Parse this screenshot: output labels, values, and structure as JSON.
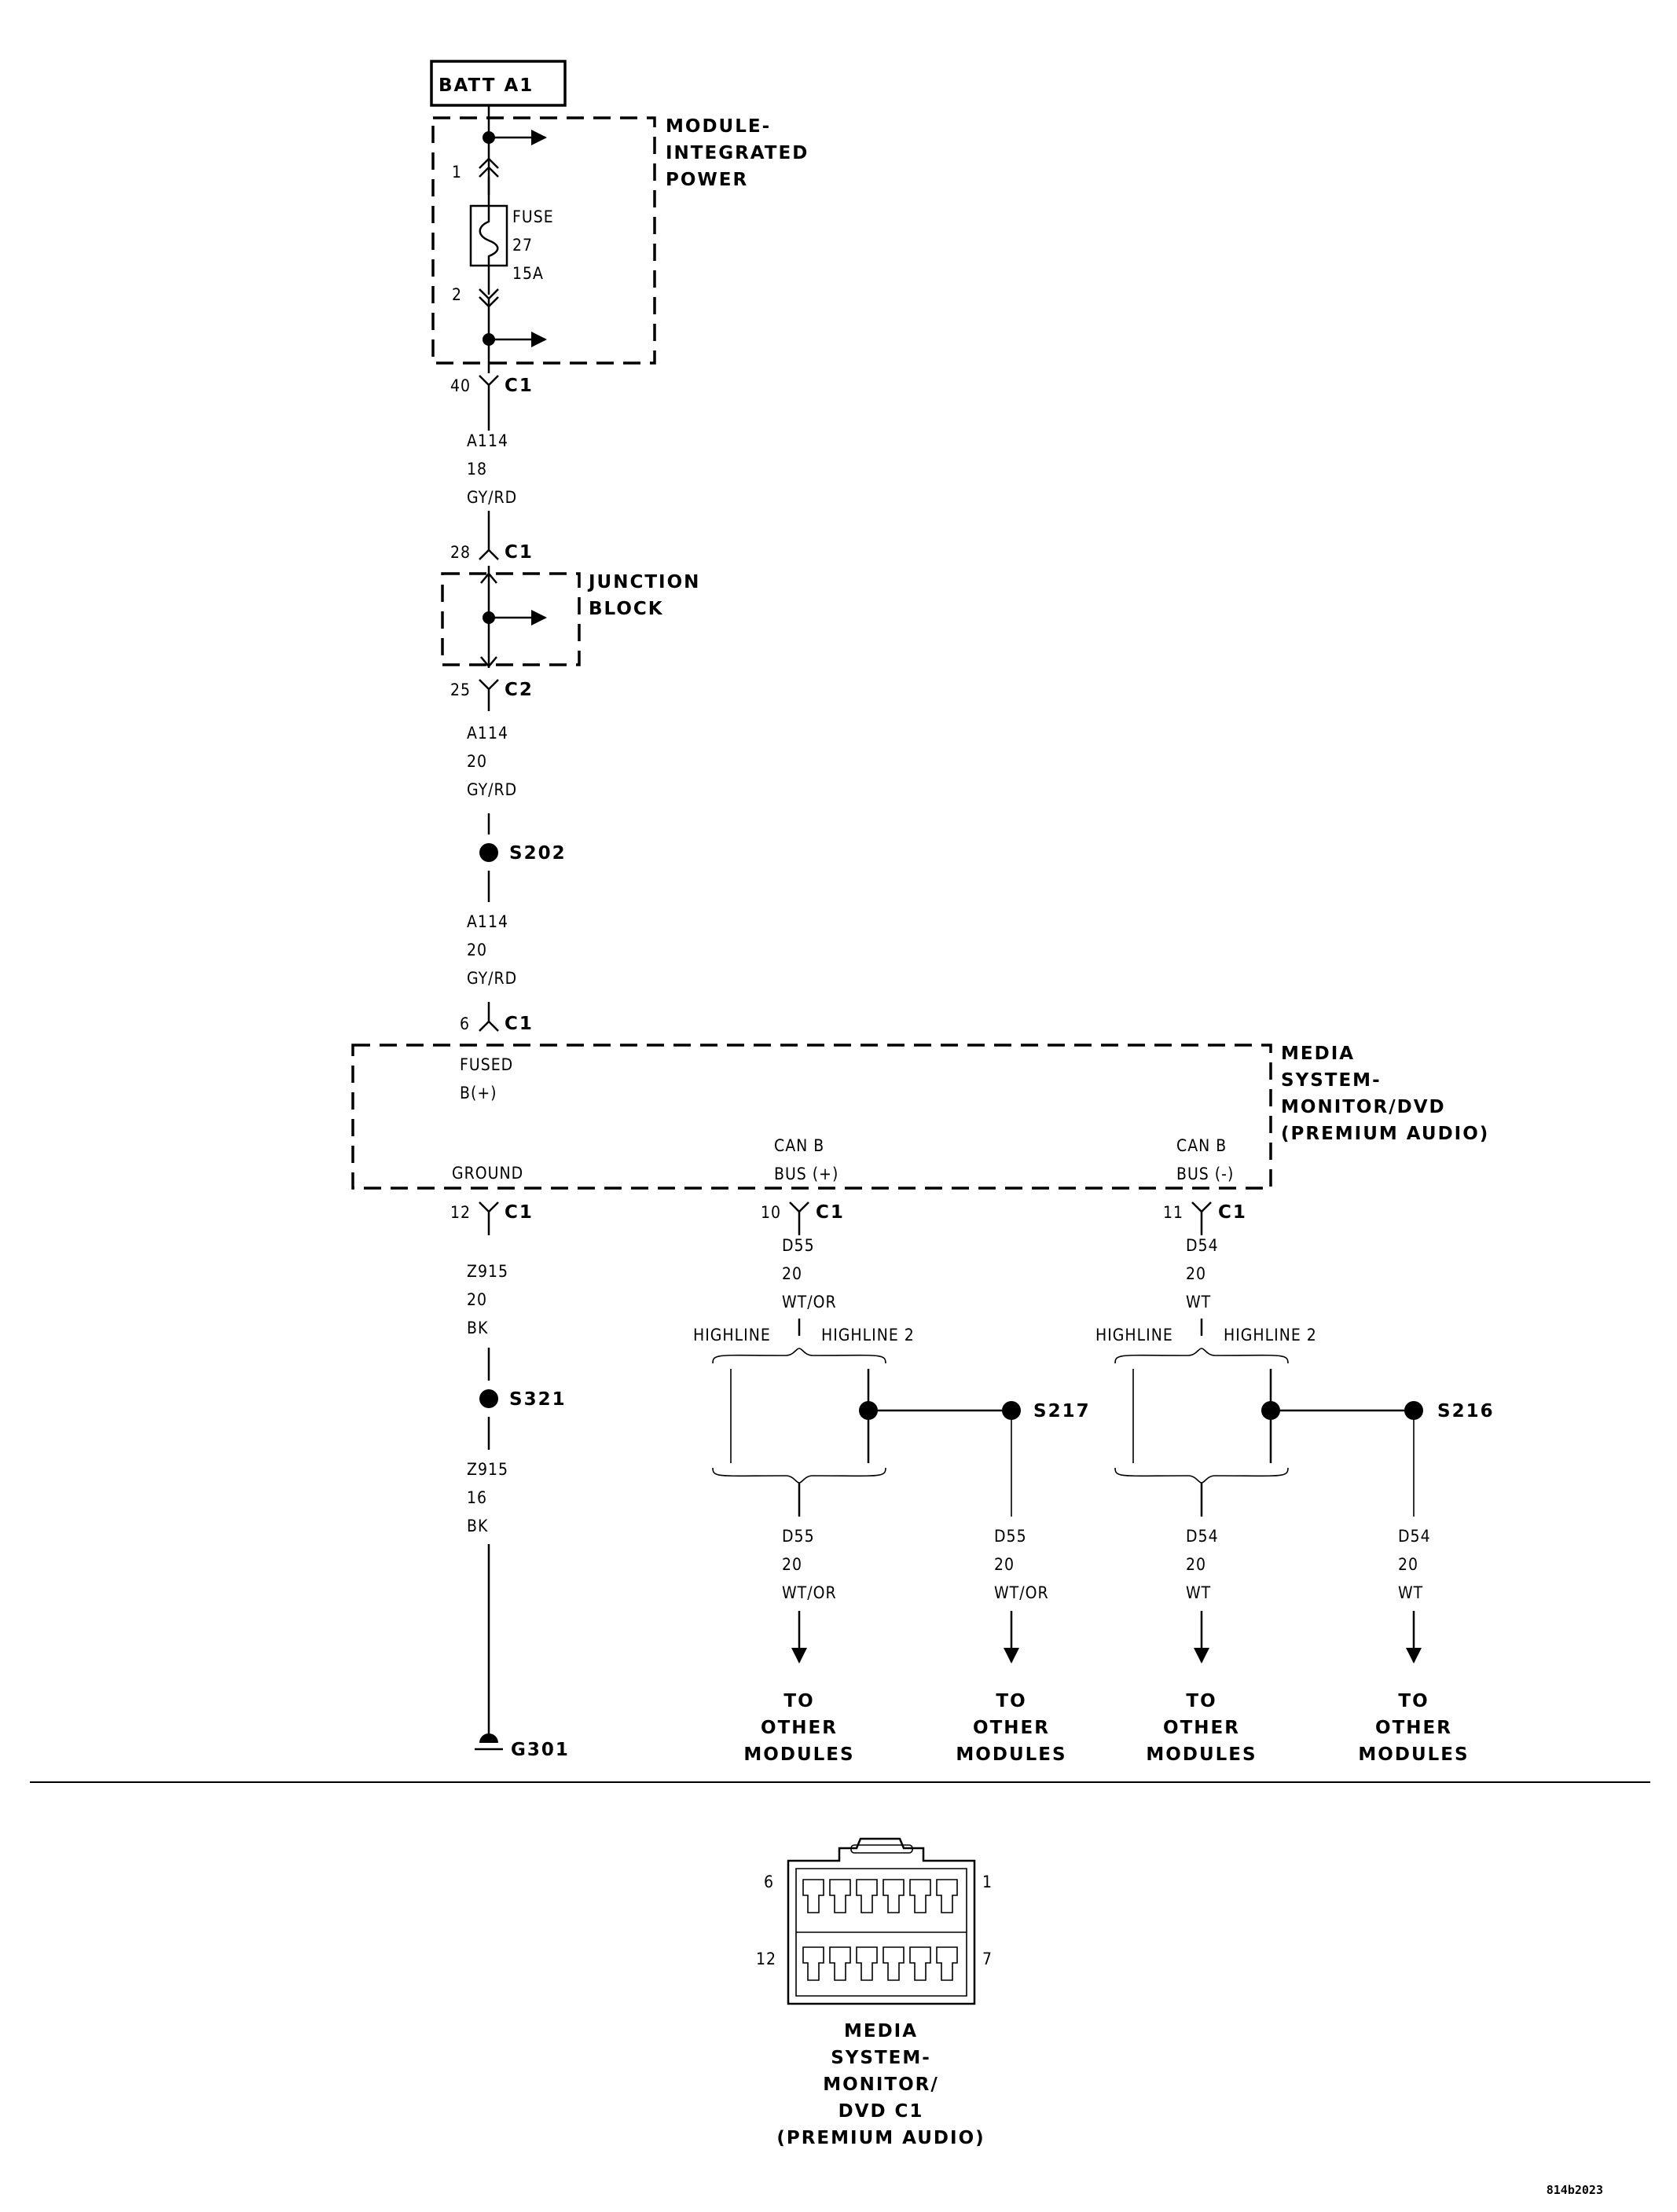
{
  "source": {
    "label": "BATT A1"
  },
  "modules": {
    "power_module": "MODULE-\nINTEGRATED\nPOWER",
    "junction_block": "JUNCTION\nBLOCK",
    "media_system": "MEDIA\nSYSTEM-\nMONITOR/DVD\n(PREMIUM AUDIO)"
  },
  "fuse": {
    "label": "FUSE\n27\n15A",
    "pin_in": "1",
    "pin_out": "2"
  },
  "connectors": {
    "c40": {
      "pin": "40",
      "name": "C1"
    },
    "c28": {
      "pin": "28",
      "name": "C1"
    },
    "c25": {
      "pin": "25",
      "name": "C2"
    },
    "c6": {
      "pin": "6",
      "name": "C1"
    },
    "c12": {
      "pin": "12",
      "name": "C1"
    },
    "c10": {
      "pin": "10",
      "name": "C1"
    },
    "c11": {
      "pin": "11",
      "name": "C1"
    }
  },
  "wires": {
    "a114_18": "A114\n18\nGY/RD",
    "a114_20a": "A114\n20\nGY/RD",
    "a114_20b": "A114\n20\nGY/RD",
    "z915_20": "Z915\n20\nBK",
    "z915_16": "Z915\n16\nBK",
    "d55_top": "D55\n20\nWT/OR",
    "d54_top": "D54\n20\nWT",
    "d55_bot1": "D55\n20\nWT/OR",
    "d55_bot2": "D55\n20\nWT/OR",
    "d54_bot1": "D54\n20\nWT",
    "d54_bot2": "D54\n20\nWT"
  },
  "pins": {
    "fused": "FUSED\nB(+)",
    "ground": "GROUND",
    "can_plus": "CAN B\nBUS (+)",
    "can_minus": "CAN B\nBUS (-)"
  },
  "splices": {
    "s202": "S202",
    "s321": "S321",
    "s217": "S217",
    "s216": "S216"
  },
  "options": {
    "highline": "HIGHLINE",
    "highline2": "HIGHLINE 2"
  },
  "ground": {
    "label": "G301"
  },
  "destinations": {
    "to_other": "TO\nOTHER\nMODULES"
  },
  "connector_view": {
    "pin_top_left": "6",
    "pin_top_right": "1",
    "pin_bottom_left": "12",
    "pin_bottom_right": "7",
    "caption": "MEDIA\nSYSTEM-\nMONITOR/\nDVD C1\n(PREMIUM AUDIO)"
  },
  "figure_id": "814b2023"
}
